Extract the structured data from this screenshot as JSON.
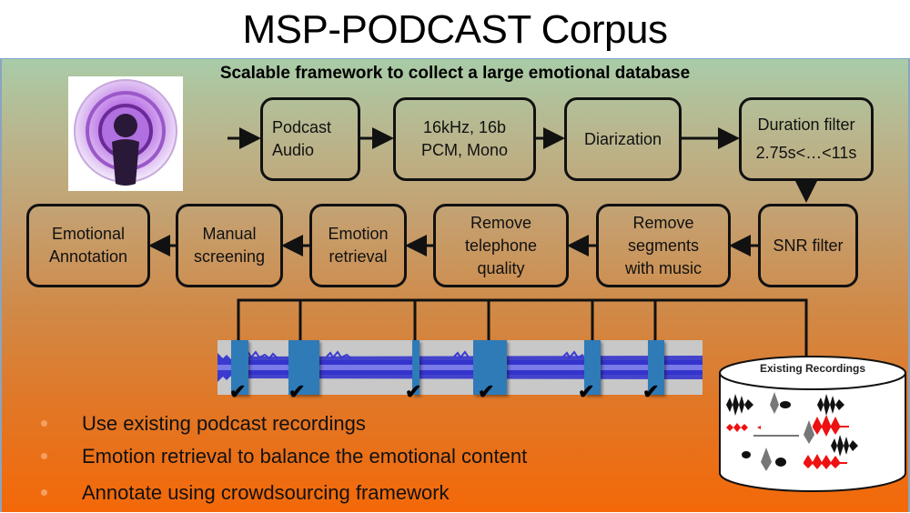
{
  "title": "MSP-PODCAST Corpus",
  "subtitle": "Scalable framework to collect a large emotional database",
  "logo": {
    "icon": "podcast-icon"
  },
  "pipeline": {
    "row1": [
      {
        "line1": "Podcast",
        "line2": "Audio"
      },
      {
        "line1": "16kHz, 16b",
        "line2": "PCM, Mono"
      },
      {
        "line1": "Diarization",
        "line2": ""
      },
      {
        "line1": "Duration filter",
        "line2": "2.75s<…<11s"
      }
    ],
    "row2": [
      {
        "line1": "SNR filter",
        "line2": "",
        "line3": ""
      },
      {
        "line1": "Remove",
        "line2": "segments",
        "line3": "with music"
      },
      {
        "line1": "Remove",
        "line2": "telephone",
        "line3": "quality"
      },
      {
        "line1": "Emotion",
        "line2": "retrieval",
        "line3": ""
      },
      {
        "line1": "Manual",
        "line2": "screening",
        "line3": ""
      },
      {
        "line1": "Emotional",
        "line2": "Annotation",
        "line3": ""
      }
    ]
  },
  "waveform": {
    "check_glyph": "✔",
    "selected_segments": 6
  },
  "database": {
    "label": "Existing Recordings"
  },
  "bullets": [
    "Use existing podcast recordings",
    "Emotion retrieval to balance the emotional content",
    "Annotate using crowdsourcing framework"
  ],
  "colors": {
    "segment": "#2e7bb8",
    "wave": "#3a3ad0",
    "red_wave": "#ee1111"
  }
}
